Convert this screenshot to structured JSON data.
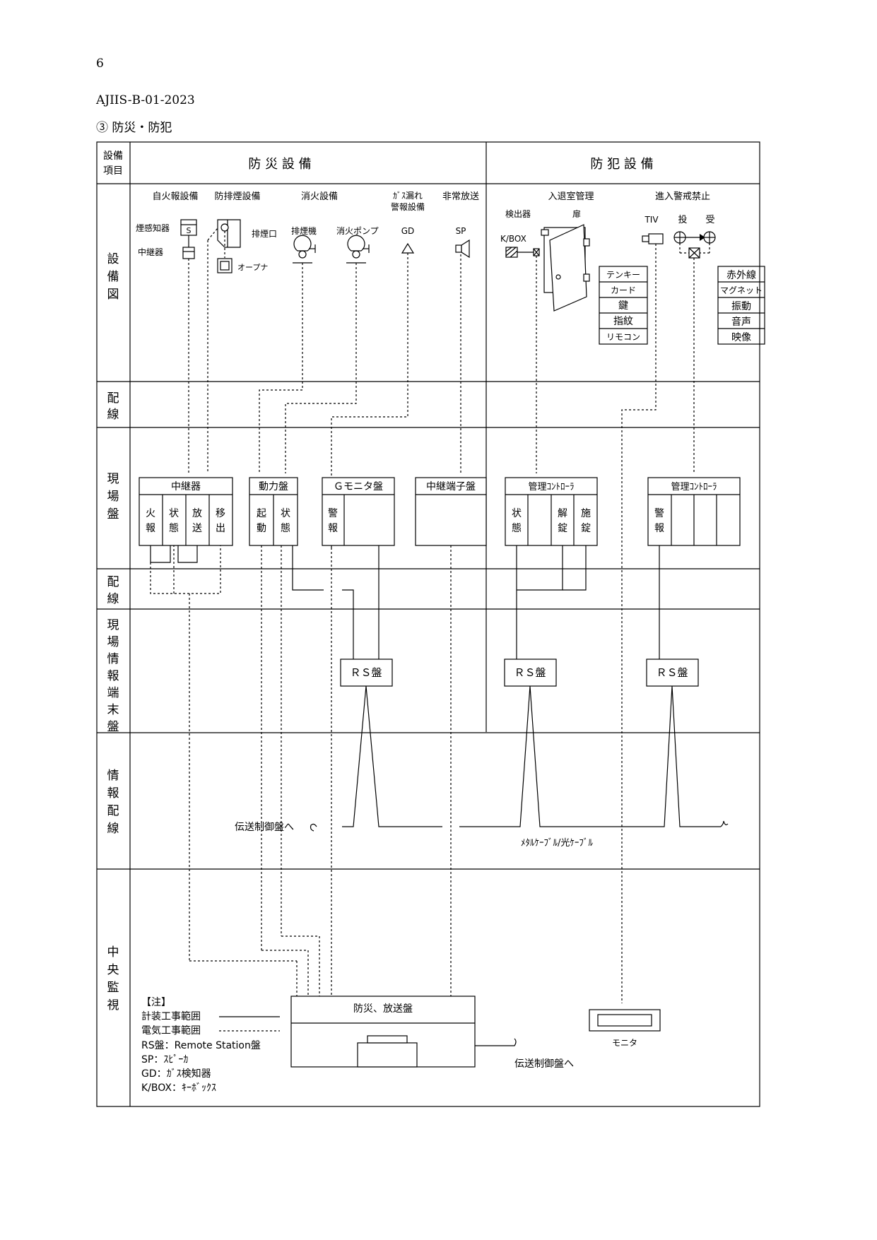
{
  "page_number": "6",
  "doc_id": "AJIIS-B-01-2023",
  "section_title": "③ 防災・防犯",
  "header": {
    "item_col": [
      "設備",
      "項目"
    ],
    "disaster": "防 災 設 備",
    "crime": "防 犯 設 備"
  },
  "rows": {
    "diagram": [
      "設",
      "備",
      "図"
    ],
    "wiring1": [
      "配",
      "線"
    ],
    "field_panel": [
      "現",
      "場",
      "盤"
    ],
    "wiring2": [
      "配",
      "線"
    ],
    "field_terminal": [
      "現",
      "場",
      "情",
      "報",
      "端",
      "末",
      "盤"
    ],
    "info_wiring": [
      "情",
      "報",
      "配",
      "線"
    ],
    "central": [
      "中",
      "央",
      "監",
      "視"
    ]
  },
  "categories": {
    "fire_alarm": "自火報設備",
    "smoke_exhaust": "防排煙設備",
    "fire_ext": "消火設備",
    "gas_leak": [
      "ｶﾞｽ漏れ",
      "警報設備"
    ],
    "emergency_broadcast": "非常放送",
    "access": "入退室管理",
    "intrusion": "進入警戒禁止"
  },
  "devices": {
    "smoke_detector": "煙感知器",
    "smoke_detector_glyph": "S",
    "repeater": "中継器",
    "exhaust_port": "排煙口",
    "opener": "オープナ",
    "exhaust_fan": "排煙機",
    "fire_pump": "消火ポンプ",
    "gd": "GD",
    "sp": "SP",
    "detector": "検出器",
    "door": "扉",
    "kbox": "K/BOX",
    "tiv": "TIV",
    "throw": "投",
    "receive": "受"
  },
  "access_methods": [
    "テンキー",
    "カード",
    "鍵",
    "指紋",
    "リモコン"
  ],
  "intrusion_methods": [
    "赤外線",
    "マグネット",
    "振動",
    "音声",
    "映像"
  ],
  "panels": {
    "repeater": {
      "title": "中継器",
      "cells": [
        [
          "火",
          "報"
        ],
        [
          "状",
          "態"
        ],
        [
          "放",
          "送"
        ],
        [
          "移",
          "出"
        ]
      ]
    },
    "power": {
      "title": "動力盤",
      "cells": [
        [
          "起",
          "動"
        ],
        [
          "状",
          "態"
        ]
      ]
    },
    "gmonitor": {
      "title": "Ｇモニタ盤",
      "cells": [
        [
          "警",
          "報"
        ]
      ]
    },
    "relay_terminal": {
      "title": "中継端子盤"
    },
    "mgmt1": {
      "title": "管理ｺﾝﾄﾛｰﾗ",
      "cells": [
        [
          "状",
          "態"
        ],
        [],
        [
          "解",
          "錠"
        ],
        [
          "施",
          "錠"
        ]
      ]
    },
    "mgmt2": {
      "title": "管理ｺﾝﾄﾛｰﾗ",
      "cells": [
        [
          "警",
          "報"
        ],
        [],
        [],
        []
      ]
    }
  },
  "rs_panel_label": "ＲＳ盤",
  "to_transmission_top": "伝送制御盤へ",
  "cable_label": "ﾒﾀﾙｹｰﾌﾞﾙ/光ｹｰﾌﾞﾙ",
  "central_panel": "防災、放送盤",
  "to_transmission_bottom": "伝送制御盤へ",
  "monitor": "モニタ",
  "notes": {
    "title": "【注】",
    "instrumentation": "計装工事範囲",
    "electrical": "電気工事範囲",
    "defs": [
      "RS盤：Remote Station盤",
      "SP：ｽﾋﾟｰｶ",
      "GD：ｶﾞｽ検知器",
      "K/BOX：ｷｰﾎﾞｯｸｽ"
    ]
  }
}
